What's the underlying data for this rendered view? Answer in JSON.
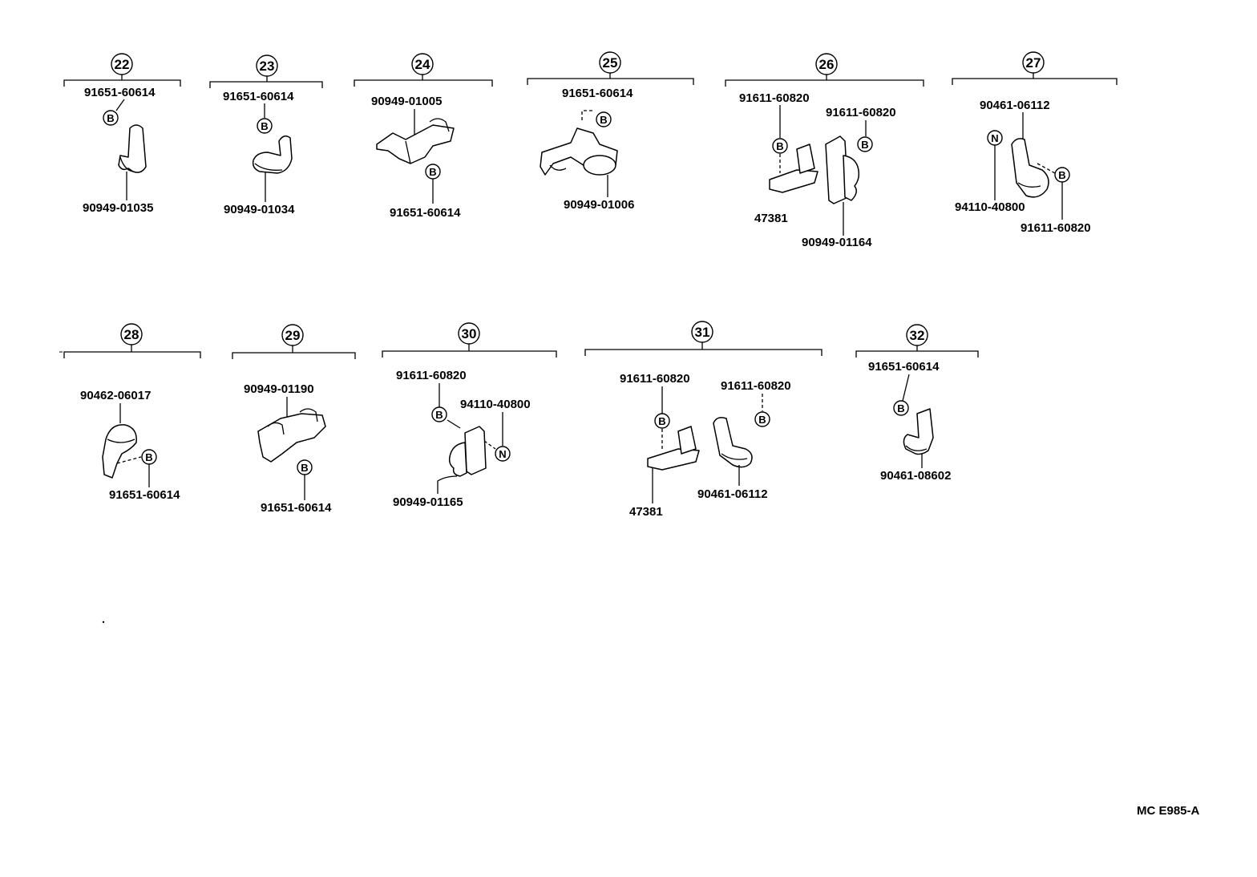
{
  "groups": [
    {
      "number": "22",
      "parts": [
        "91651-60614",
        "90949-01035"
      ],
      "symbols": [
        "B"
      ]
    },
    {
      "number": "23",
      "parts": [
        "91651-60614",
        "90949-01034"
      ],
      "symbols": [
        "B"
      ]
    },
    {
      "number": "24",
      "parts": [
        "90949-01005",
        "91651-60614"
      ],
      "symbols": [
        "B"
      ]
    },
    {
      "number": "25",
      "parts": [
        "91651-60614",
        "90949-01006"
      ],
      "symbols": [
        "B"
      ]
    },
    {
      "number": "26",
      "parts": [
        "91611-60820",
        "91611-60820",
        "47381",
        "90949-01164"
      ],
      "symbols": [
        "B",
        "B"
      ]
    },
    {
      "number": "27",
      "parts": [
        "90461-06112",
        "94110-40800",
        "91611-60820"
      ],
      "symbols": [
        "N",
        "B"
      ]
    },
    {
      "number": "28",
      "parts": [
        "90462-06017",
        "91651-60614"
      ],
      "symbols": [
        "B"
      ]
    },
    {
      "number": "29",
      "parts": [
        "90949-01190",
        "91651-60614"
      ],
      "symbols": [
        "B"
      ]
    },
    {
      "number": "30",
      "parts": [
        "91611-60820",
        "94110-40800",
        "90949-01165"
      ],
      "symbols": [
        "B",
        "N"
      ]
    },
    {
      "number": "31",
      "parts": [
        "91611-60820",
        "91611-60820",
        "47381",
        "90461-06112"
      ],
      "symbols": [
        "B",
        "B"
      ]
    },
    {
      "number": "32",
      "parts": [
        "91651-60614",
        "90461-08602"
      ],
      "symbols": [
        "B"
      ]
    }
  ],
  "diagram_code": "MC E985-A"
}
